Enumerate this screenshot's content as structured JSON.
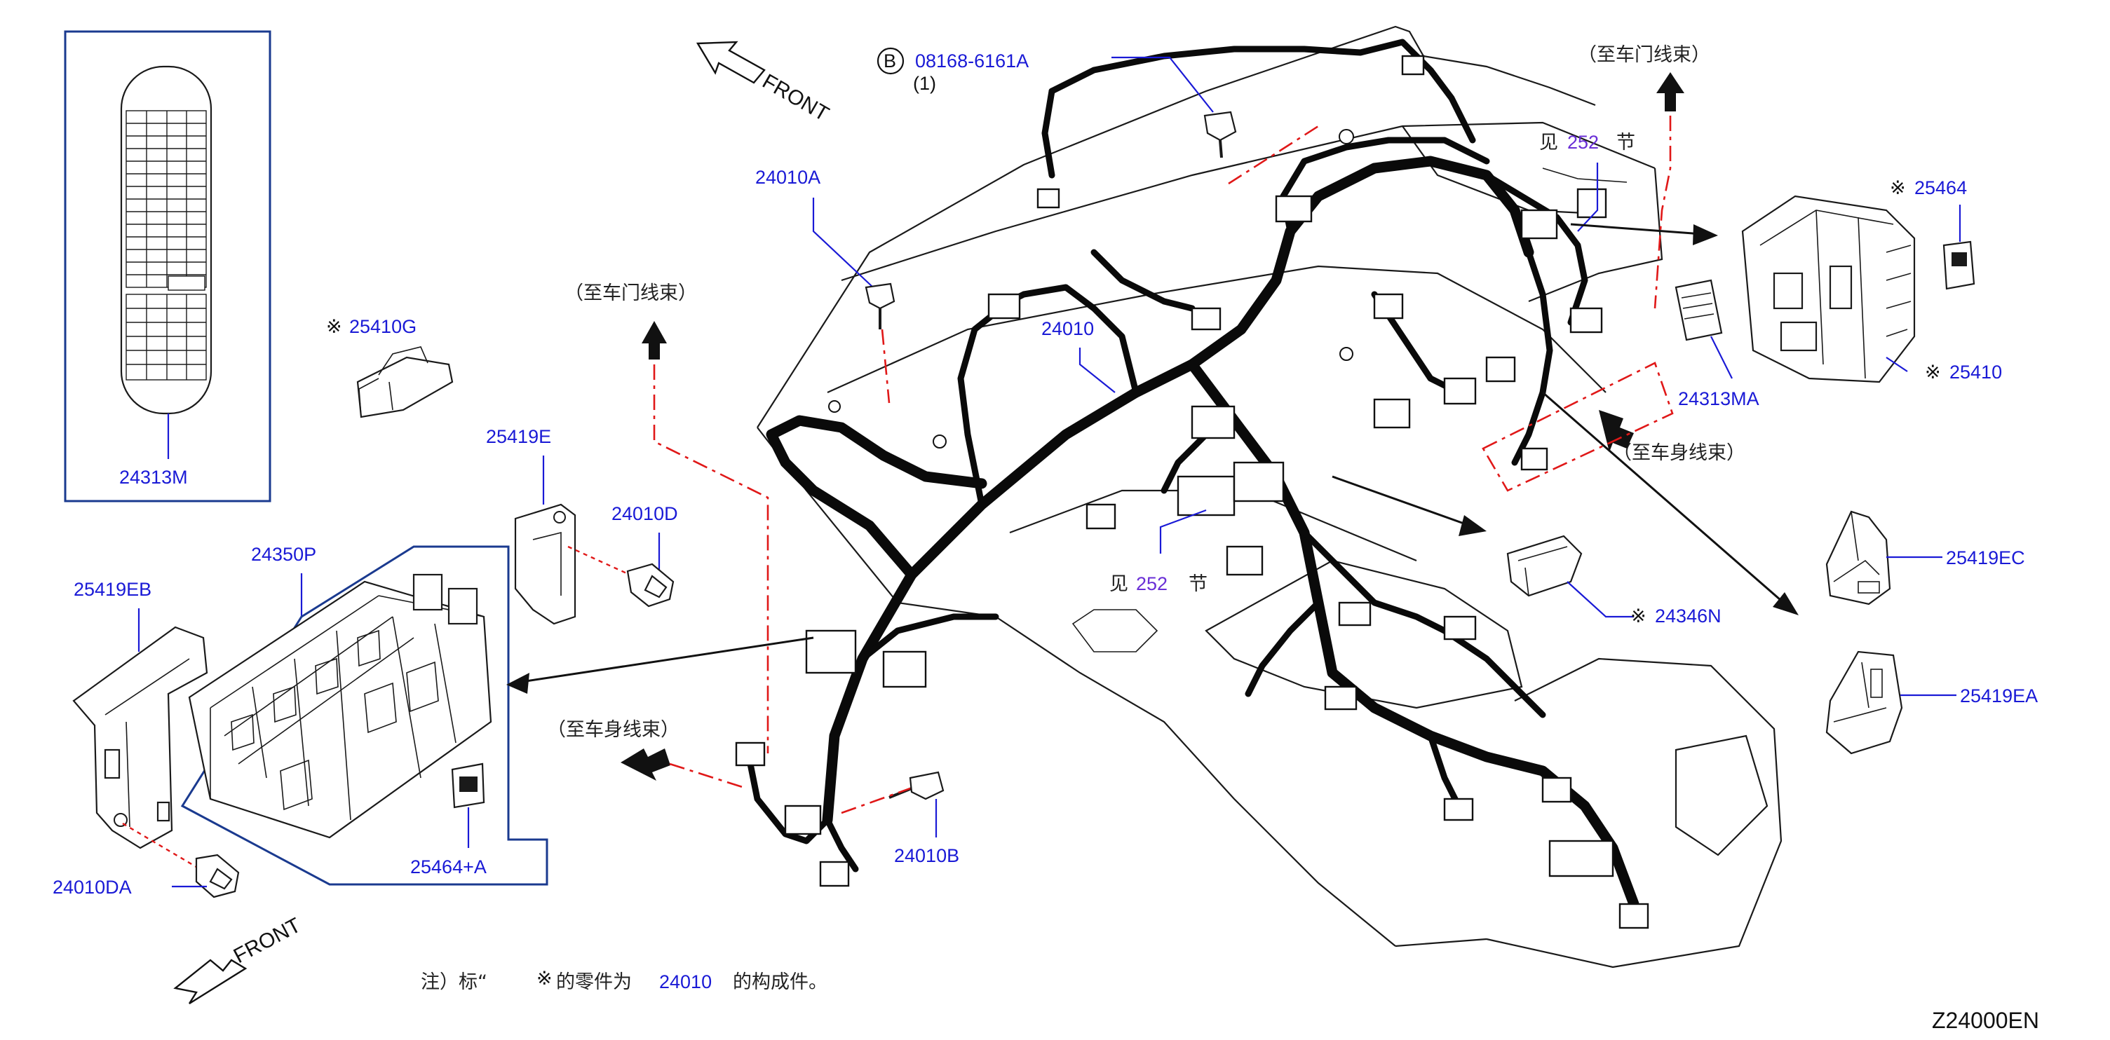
{
  "drawing_code": "Z24000EN",
  "front_label": "FRONT",
  "note": {
    "prefix": "注）标“",
    "symbol": "※",
    "middle": "的零件为",
    "part": "24010",
    "suffix": "的构成件。"
  },
  "see_section": {
    "prefix": "见",
    "number": "252",
    "suffix": "节"
  },
  "to_door_harness": "（至车门线束）",
  "to_body_harness": "（至车身线束）",
  "bolt_callout": {
    "badge": "B",
    "part": "08168-6161A",
    "qty": "(1)"
  },
  "parts": {
    "p24313M": "24313M",
    "p25410G": "25410G",
    "p25419E": "25419E",
    "p24010D": "24010D",
    "p24350P": "24350P",
    "p25419EB": "25419EB",
    "p25464A": "25464+A",
    "p24010DA": "24010DA",
    "p24010A": "24010A",
    "p24010": "24010",
    "p24010B": "24010B",
    "p25464": "25464",
    "p25410": "25410",
    "p24313MA": "24313MA",
    "p25419EC": "25419EC",
    "p24346N": "24346N",
    "p25419EA": "25419EA"
  },
  "mark": "※"
}
